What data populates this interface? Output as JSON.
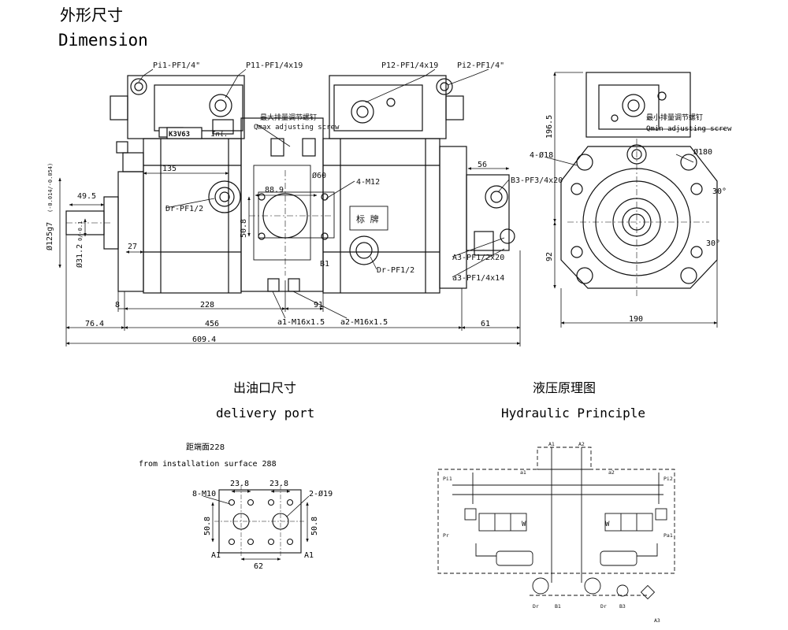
{
  "header": {
    "title_cn": "外形尺寸",
    "title_en": "Dimension"
  },
  "ports_top": {
    "pi1": "Pi1-PF1/4\"",
    "p11": "P11-PF1/4x19",
    "p12": "P12-PF1/4x19",
    "pi2": "Pi2-PF1/4\""
  },
  "qmax": {
    "cn": "最大排量调节螺钉",
    "en": "Qmax adjusting screw"
  },
  "qmin": {
    "cn": "最小排量调节螺钉",
    "en": "Qmin adjusting screw"
  },
  "nameplate": {
    "brand": "K3V63",
    "maker": "Inl.",
    "plate": "标 牌"
  },
  "side_labels": {
    "dia125": "Ø125g7",
    "dia125_tol": "(-0.014/-0.054)",
    "dia31": "Ø31.2",
    "dia31_tol": "0/-0.1",
    "d135": "135",
    "d49": "49.5",
    "d27": "27",
    "dr1": "Dr-PF1/2",
    "dr2": "Dr-PF1/2",
    "d889": "88.9",
    "d60": "Ø60",
    "m12": "4-M12",
    "d508": "50.8",
    "b1": "B1",
    "d56": "56",
    "b3": "B3-PF3/4x20",
    "a3": "A3-PF1/2x20",
    "a3b": "a3-PF1/4x14"
  },
  "bottom_dims": {
    "d8": "8",
    "d228": "228",
    "d91": "91",
    "a1": "a1-M16x1.5",
    "a2": "a2-M16x1.5",
    "d764": "76.4",
    "d456": "456",
    "d61": "61",
    "d6094": "609.4"
  },
  "end_view": {
    "d1965": "196.5",
    "d418": "4-Ø18",
    "d180": "Ø180",
    "d30a": "30°",
    "d30b": "30°",
    "d92": "92",
    "d190": "190"
  },
  "delivery": {
    "title_cn": "出油口尺寸",
    "title_en": "delivery port",
    "note_cn": "距端面228",
    "note_en": "from installation surface 288",
    "m10": "8-M10",
    "d238a": "23.8",
    "d238b": "23.8",
    "d219": "2-Ø19",
    "d508a": "50.8",
    "d508b": "50.8",
    "d62": "62",
    "a1a": "A1",
    "a1b": "A1"
  },
  "hydraulic": {
    "title_cn": "液压原理图",
    "title_en": "Hydraulic  Principle",
    "a1": "A1",
    "a2": "A2",
    "a1b": "a1",
    "a2b": "a2",
    "pi1": "Pi1",
    "pi2": "Pi2",
    "pr": "Pr",
    "pa1": "Pa1",
    "dr1": "Dr",
    "b1": "B1",
    "dr2": "Dr",
    "b3": "B3",
    "a3": "A3",
    "w1": "W",
    "w2": "W"
  }
}
